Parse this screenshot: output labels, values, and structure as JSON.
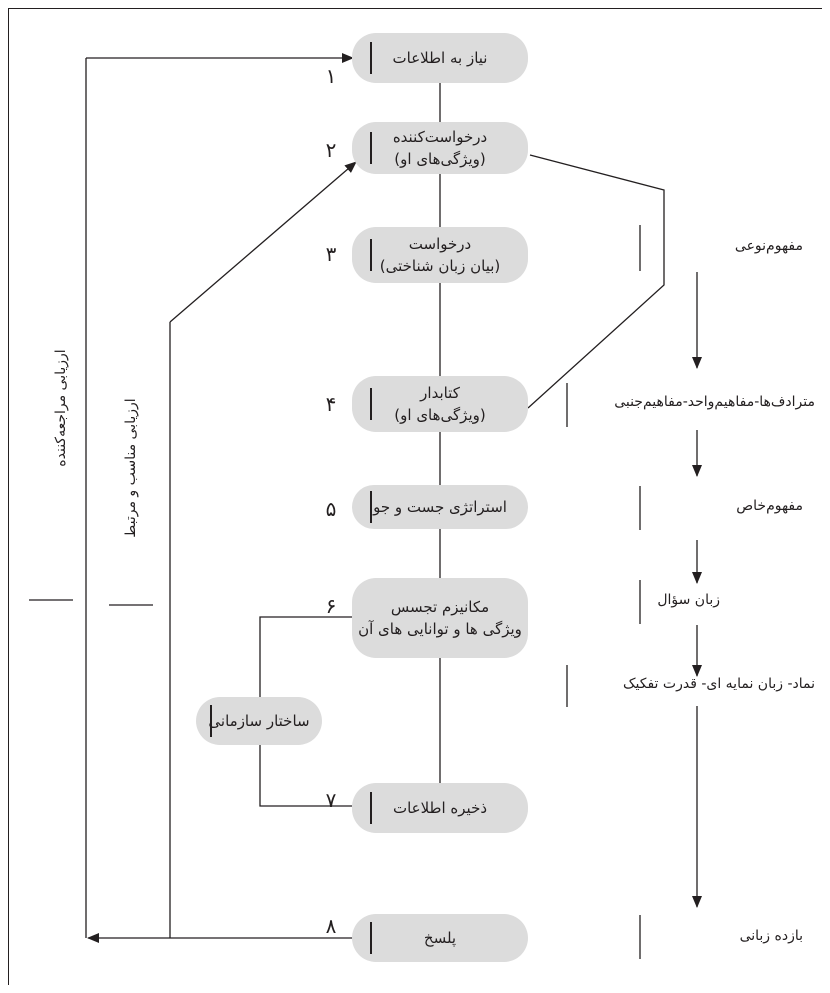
{
  "flow": [
    {
      "num": "۱",
      "label": "نیاز به اطلاعات"
    },
    {
      "num": "۲",
      "label": "درخواست‌کننده",
      "sub": "(ویژگی‌های او)"
    },
    {
      "num": "۳",
      "label": "درخواست",
      "sub": "(بیان زبان شناختی)"
    },
    {
      "num": "۴",
      "label": "کتابدار",
      "sub": "(ویژگی‌های او)"
    },
    {
      "num": "۵",
      "label": "استراتژی جست و جو"
    },
    {
      "num": "۶",
      "label": "مکانیزم تجسس",
      "sub": "ویژگی ها و توانایی های آن"
    },
    {
      "num": "۷",
      "label": "ذخیره اطلاعات"
    },
    {
      "num": "۸",
      "label": "پلسخ"
    }
  ],
  "org_structure": "ساختار سازمانی",
  "right_column": [
    "مفهوم‌نوعی",
    "مترادف‌ها-مفاهیم‌واحد-مفاهیم‌جنبی",
    "مفهوم‌خاص",
    "زبان سؤال",
    "نماد- زبان نمایه ای- قدرت تفکیک",
    "بازده زبانی"
  ],
  "left_loops": {
    "outer": "ارزیابی مراجعه‌کننده",
    "inner": "ارزیابی مناسب و مرتبط"
  }
}
